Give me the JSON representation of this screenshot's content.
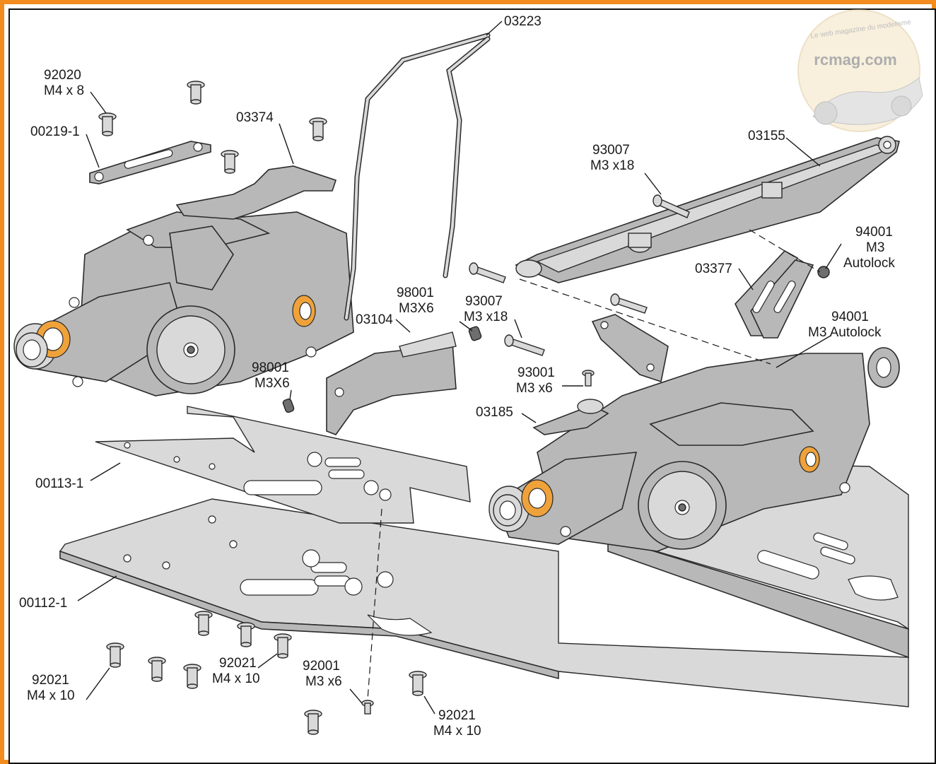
{
  "diagram": {
    "watermark": {
      "brand": "rcmag.com",
      "tagline": "Le web magazine du modelisme"
    },
    "labels": [
      {
        "id": "l-03223",
        "text": "03223"
      },
      {
        "id": "l-92020-a",
        "text": "92020"
      },
      {
        "id": "l-92020-b",
        "text": "M4 x 8"
      },
      {
        "id": "l-00219",
        "text": "00219-1"
      },
      {
        "id": "l-03374",
        "text": "03374"
      },
      {
        "id": "l-03155",
        "text": "03155"
      },
      {
        "id": "l-93007a-a",
        "text": "93007"
      },
      {
        "id": "l-93007a-b",
        "text": "M3 x18"
      },
      {
        "id": "l-94001a-a",
        "text": "94001"
      },
      {
        "id": "l-94001a-b",
        "text": "M3"
      },
      {
        "id": "l-94001a-c",
        "text": "Autolock"
      },
      {
        "id": "l-03377",
        "text": "03377"
      },
      {
        "id": "l-98001a-a",
        "text": "98001"
      },
      {
        "id": "l-98001a-b",
        "text": "M3X6"
      },
      {
        "id": "l-93007b-a",
        "text": "93007"
      },
      {
        "id": "l-93007b-b",
        "text": "M3 x18"
      },
      {
        "id": "l-03104",
        "text": "03104"
      },
      {
        "id": "l-94001b-a",
        "text": "94001"
      },
      {
        "id": "l-94001b-b",
        "text": "M3 Autolock"
      },
      {
        "id": "l-98001b-a",
        "text": "98001"
      },
      {
        "id": "l-98001b-b",
        "text": "M3X6"
      },
      {
        "id": "l-93001-a",
        "text": "93001"
      },
      {
        "id": "l-93001-b",
        "text": "M3 x6"
      },
      {
        "id": "l-03185",
        "text": "03185"
      },
      {
        "id": "l-00113",
        "text": "00113-1"
      },
      {
        "id": "l-00112",
        "text": "00112-1"
      },
      {
        "id": "l-92021a-a",
        "text": "92021"
      },
      {
        "id": "l-92021a-b",
        "text": "M4 x 10"
      },
      {
        "id": "l-92021b-a",
        "text": "92021"
      },
      {
        "id": "l-92021b-b",
        "text": "M4 x 10"
      },
      {
        "id": "l-92001-a",
        "text": "92001"
      },
      {
        "id": "l-92001-b",
        "text": "M3 x6"
      },
      {
        "id": "l-92021c-a",
        "text": "92021"
      },
      {
        "id": "l-92021c-b",
        "text": "M4 x 10"
      }
    ],
    "colors": {
      "frame": "#f28c1e",
      "part": "#b8b8b8",
      "bearing": "#f0a23a",
      "line": "#1a1a1a"
    }
  }
}
